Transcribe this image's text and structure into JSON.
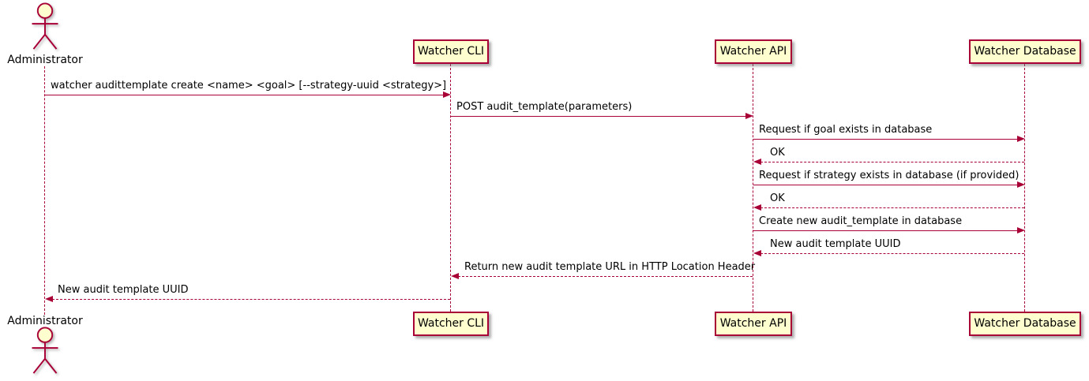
{
  "diagram": {
    "type": "uml-sequence-diagram",
    "colors": {
      "accent": "#A80036",
      "participant_fill": "#FEFECE",
      "background": "#FFFFFF"
    },
    "actor": {
      "name": "Administrator"
    },
    "participants": [
      {
        "label": "Watcher CLI"
      },
      {
        "label": "Watcher API"
      },
      {
        "label": "Watcher Database"
      }
    ],
    "messages": [
      {
        "from": "Administrator",
        "to": "Watcher CLI",
        "style": "solid",
        "label": "watcher audittemplate create <name> <goal> [--strategy-uuid <strategy>]"
      },
      {
        "from": "Watcher CLI",
        "to": "Watcher API",
        "style": "solid",
        "label": "POST audit_template(parameters)"
      },
      {
        "from": "Watcher API",
        "to": "Watcher Database",
        "style": "solid",
        "label": "Request if goal exists in database"
      },
      {
        "from": "Watcher Database",
        "to": "Watcher API",
        "style": "dashed",
        "label": "OK"
      },
      {
        "from": "Watcher API",
        "to": "Watcher Database",
        "style": "solid",
        "label": "Request if strategy exists in database (if provided)"
      },
      {
        "from": "Watcher Database",
        "to": "Watcher API",
        "style": "dashed",
        "label": "OK"
      },
      {
        "from": "Watcher API",
        "to": "Watcher Database",
        "style": "solid",
        "label": "Create new audit_template in database"
      },
      {
        "from": "Watcher Database",
        "to": "Watcher API",
        "style": "dashed",
        "label": "New audit template UUID"
      },
      {
        "from": "Watcher API",
        "to": "Watcher CLI",
        "style": "dashed",
        "label": "Return new audit template URL in HTTP Location Header"
      },
      {
        "from": "Watcher CLI",
        "to": "Administrator",
        "style": "dashed",
        "label": "New audit template UUID"
      }
    ]
  }
}
